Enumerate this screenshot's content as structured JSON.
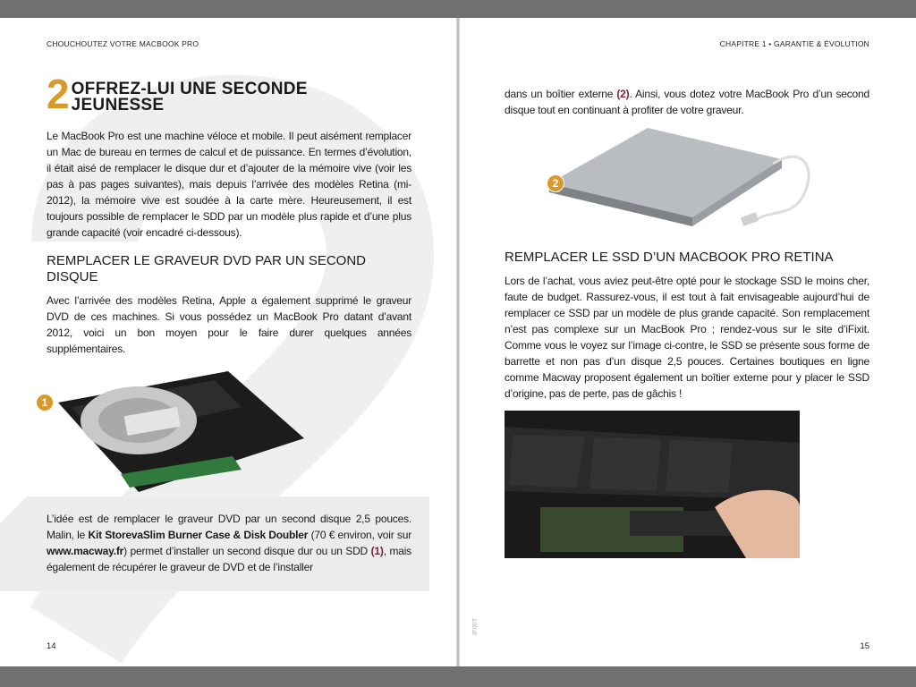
{
  "left_page": {
    "running_head": "CHOUCHOUTEZ VOTRE MACBOOK PRO",
    "section_number": "2",
    "title_line1": "OFFREZ-LUI UNE SECONDE",
    "title_line2": "JEUNESSE",
    "intro": "Le MacBook Pro est une machine véloce et mobile. Il peut aisément remplacer un Mac de bureau en termes de calcul et de puissance. En termes d’évolution, il était aisé de remplacer le disque dur et d’ajouter de la mémoire vive (voir les pas à pas pages suivantes), mais depuis l’arrivée des modèles Retina (mi-2012), la mémoire vive est soudée à la carte mère. Heureusement, il est toujours possible de remplacer le SDD par un modèle plus rapide et d’une plus grande capacité (voir encadré ci-dessous).",
    "subheading": "REMPLACER LE GRAVEUR DVD PAR UN SECOND DISQUE",
    "para2": "Avec l’arrivée des modèles Retina, Apple a également supprimé le graveur DVD de ces machines. Si vous possédez un MacBook Pro datant d’avant 2012, voici un bon moyen pour le faire durer quelques années supplémentaires.",
    "image_badge": "1",
    "box_text_1": "L’idée est de remplacer le graveur DVD par un second disque 2,5 pouces. Malin, le ",
    "box_bold_1": "Kit StorevaSlim Burner Case & Disk Doubler",
    "box_text_2": " (70 € environ, voir sur ",
    "box_bold_2": "www.macway.fr",
    "box_text_3": ") permet d’installer un second disque dur ou un SDD ",
    "box_ref": "(1)",
    "box_text_4": ", mais également de récupérer le graveur de DVD et de l’installer",
    "page_number": "14"
  },
  "right_page": {
    "running_head": "CHAPITRE 1 • GARANTIE & ÉVOLUTION",
    "cont_text_1": "dans un boîtier externe ",
    "cont_ref": "(2)",
    "cont_text_2": ". Ainsi, vous dotez votre MacBook Pro d’un second disque tout en continuant à profiter de votre graveur.",
    "image_badge": "2",
    "subheading": "REMPLACER LE SSD D’UN MACBOOK PRO RETINA",
    "para": "Lors de l’achat, vous aviez peut-être opté pour le stockage SSD le moins cher, faute de budget. Rassurez-vous, il est tout à fait envisageable aujourd’hui de remplacer ce SSD par un modèle de plus grande capacité. Son remplacement n’est pas complexe sur un MacBook Pro ; rendez-vous sur le site d’iFixit. Comme vous le voyez sur l’image ci-contre, le SSD se présente sous forme de barrette et non pas d’un disque 2,5 pouces. Certaines boutiques en ligne comme Macway proposent également un boîtier externe pour y placer le SSD d’origine, pas de perte, pas de gâchis !",
    "photo_credit": "IFIXIT",
    "page_number": "15"
  },
  "colors": {
    "accent": "#d99a2b",
    "reference": "#7a1f3a",
    "box": "#ececec"
  }
}
